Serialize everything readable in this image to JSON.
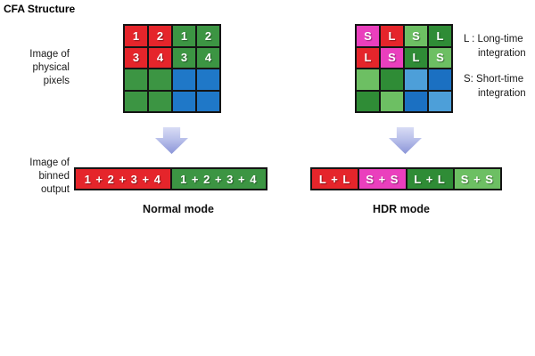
{
  "title": "CFA Structure",
  "colors": {
    "red": "#e5252b",
    "green": "#3c9543",
    "blue": "#1f78c8",
    "magenta": "#ea3fbd",
    "dark_green": "#2f8c36",
    "light_green": "#6dbf63",
    "light_blue": "#4d9fd9",
    "dark_blue": "#1b70c2",
    "border": "#141414",
    "arrow_light": "#d8dcf5",
    "arrow_dark": "#8b95d8"
  },
  "normal": {
    "pixel_label": [
      "Image of",
      "physical",
      "pixels"
    ],
    "grid": [
      [
        {
          "label": "1",
          "color": "red"
        },
        {
          "label": "2",
          "color": "red"
        },
        {
          "label": "1",
          "color": "green"
        },
        {
          "label": "2",
          "color": "green"
        }
      ],
      [
        {
          "label": "3",
          "color": "red"
        },
        {
          "label": "4",
          "color": "red"
        },
        {
          "label": "3",
          "color": "green"
        },
        {
          "label": "4",
          "color": "green"
        }
      ],
      [
        {
          "label": "",
          "color": "green"
        },
        {
          "label": "",
          "color": "green"
        },
        {
          "label": "",
          "color": "blue"
        },
        {
          "label": "",
          "color": "blue"
        }
      ],
      [
        {
          "label": "",
          "color": "green"
        },
        {
          "label": "",
          "color": "green"
        },
        {
          "label": "",
          "color": "blue"
        },
        {
          "label": "",
          "color": "blue"
        }
      ]
    ],
    "binned_label": [
      "Image of",
      "binned",
      "output"
    ],
    "bar": [
      {
        "label": "1 + 2 + 3 + 4",
        "color": "red"
      },
      {
        "label": "1 + 2 + 3 + 4",
        "color": "green"
      }
    ],
    "mode_label": "Normal mode"
  },
  "hdr": {
    "grid": [
      [
        {
          "label": "S",
          "color": "magenta"
        },
        {
          "label": "L",
          "color": "red"
        },
        {
          "label": "S",
          "color": "light_green"
        },
        {
          "label": "L",
          "color": "dark_green"
        }
      ],
      [
        {
          "label": "L",
          "color": "red"
        },
        {
          "label": "S",
          "color": "magenta"
        },
        {
          "label": "L",
          "color": "dark_green"
        },
        {
          "label": "S",
          "color": "light_green"
        }
      ],
      [
        {
          "label": "",
          "color": "light_green"
        },
        {
          "label": "",
          "color": "dark_green"
        },
        {
          "label": "",
          "color": "light_blue"
        },
        {
          "label": "",
          "color": "dark_blue"
        }
      ],
      [
        {
          "label": "",
          "color": "dark_green"
        },
        {
          "label": "",
          "color": "light_green"
        },
        {
          "label": "",
          "color": "dark_blue"
        },
        {
          "label": "",
          "color": "light_blue"
        }
      ]
    ],
    "legend": [
      {
        "lines": [
          "L : Long-time",
          "integration"
        ]
      },
      {
        "lines": [
          "S: Short-time",
          "integration"
        ]
      }
    ],
    "bar": [
      {
        "label": "L + L",
        "color": "red"
      },
      {
        "label": "S + S",
        "color": "magenta"
      },
      {
        "label": "L + L",
        "color": "dark_green"
      },
      {
        "label": "S + S",
        "color": "light_green"
      }
    ],
    "mode_label": "HDR mode"
  }
}
